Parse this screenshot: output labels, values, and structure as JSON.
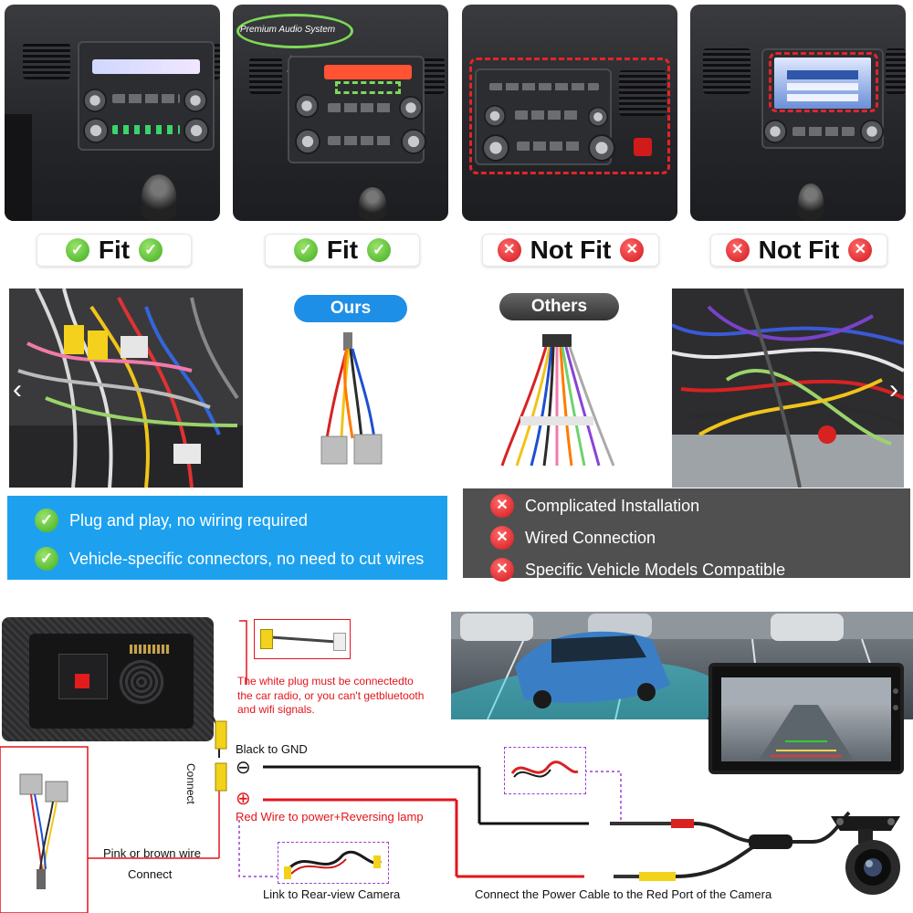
{
  "top_row": {
    "photo_overlay_text": "Premium Audio System",
    "badges": [
      {
        "label": "Fit",
        "status": "ok"
      },
      {
        "label": "Fit",
        "status": "ok"
      },
      {
        "label": "Not Fit",
        "status": "no"
      },
      {
        "label": "Not Fit",
        "status": "no"
      }
    ],
    "nav_screen_rows": [
      "",
      "",
      "",
      ""
    ]
  },
  "compare": {
    "ours_label": "Ours",
    "others_label": "Others",
    "ours_points": [
      "Plug and play, no wiring required",
      "Vehicle-specific connectors, no need to cut wires"
    ],
    "others_points": [
      "Complicated Installation",
      "Wired Connection",
      "Specific Vehicle Models Compatible"
    ],
    "arrow_left": "‹",
    "arrow_right": "›"
  },
  "diagram": {
    "white_plug_note_1": "The white plug must be connectedto",
    "white_plug_note_2": "the car radio, or you can't getbluetooth",
    "white_plug_note_3": "and wifi signals.",
    "connect_vertical": "Connect",
    "black_to_gnd": "Black to GND",
    "minus_symbol": "⊖",
    "plus_symbol": "⊕",
    "red_wire": "Red Wire to power+Reversing lamp",
    "pink_wire": "Pink or brown wire",
    "connect": "Connect",
    "link_camera": "Link to Rear-view Camera",
    "power_cable": "Connect the Power Cable to the Red Port of the Camera"
  },
  "colors": {
    "ours_blue": "#1e8fe6",
    "others_gray": "#555555",
    "fit_green": "#3fae1f",
    "notfit_red": "#d3161d",
    "dashed_red": "#e3242b"
  }
}
